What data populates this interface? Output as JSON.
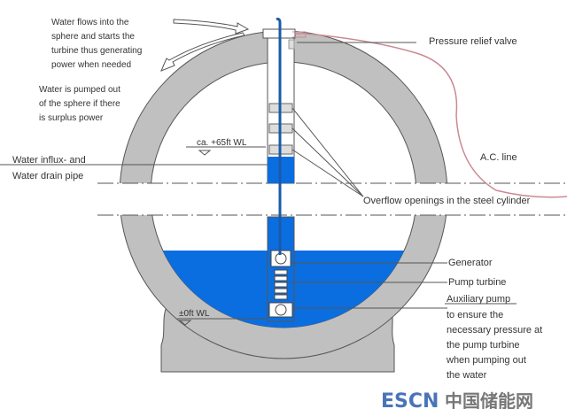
{
  "labels": {
    "flow_in": [
      "Water flows into the",
      "sphere and starts the",
      "turbine thus generating",
      "power when needed"
    ],
    "pump_out": [
      "Water is pumped out",
      "of the sphere if there",
      "is surplus power"
    ],
    "pipe": [
      "Water influx- and",
      "Water drain pipe"
    ],
    "wl_top": "ca. +65ft WL",
    "wl_bottom": "±0ft WL",
    "pressure_valve": "Pressure relief valve",
    "ac_line": "A.C. line",
    "overflow": "Overflow openings in the steel cylinder",
    "generator": "Generator",
    "pump_turbine": "Pump turbine",
    "aux_pump": "Auxiliary pump",
    "aux_desc": [
      "to ensure the",
      "necessary pressure at",
      "the pump turbine",
      "when pumping out",
      "the water"
    ]
  },
  "watermark": {
    "latin": "ESCN",
    "cjk": "中国储能网"
  },
  "colors": {
    "water": "#0a6ee0",
    "concrete": "#c0c0c0",
    "line": "#444444",
    "ac_line": "#c98a94"
  }
}
